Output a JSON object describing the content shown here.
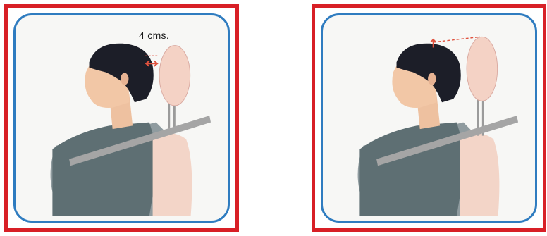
{
  "panels": [
    {
      "id": "left",
      "annotation": "4 cms.",
      "colors": {
        "frame": "#d81f26",
        "inner_border": "#2f7cc0",
        "hair": "#1c1e28",
        "skin": "#f2c7a6",
        "headrest": "#f4d2c5",
        "seat": "#6f7f86",
        "belt": "#9a9a9a"
      }
    },
    {
      "id": "right",
      "annotation": "",
      "colors": {
        "frame": "#d81f26",
        "inner_border": "#2f7cc0",
        "hair": "#1c1e28",
        "skin": "#f2c7a6",
        "headrest": "#f4d2c5",
        "seat": "#6f7f86",
        "belt": "#9a9a9a"
      }
    }
  ]
}
